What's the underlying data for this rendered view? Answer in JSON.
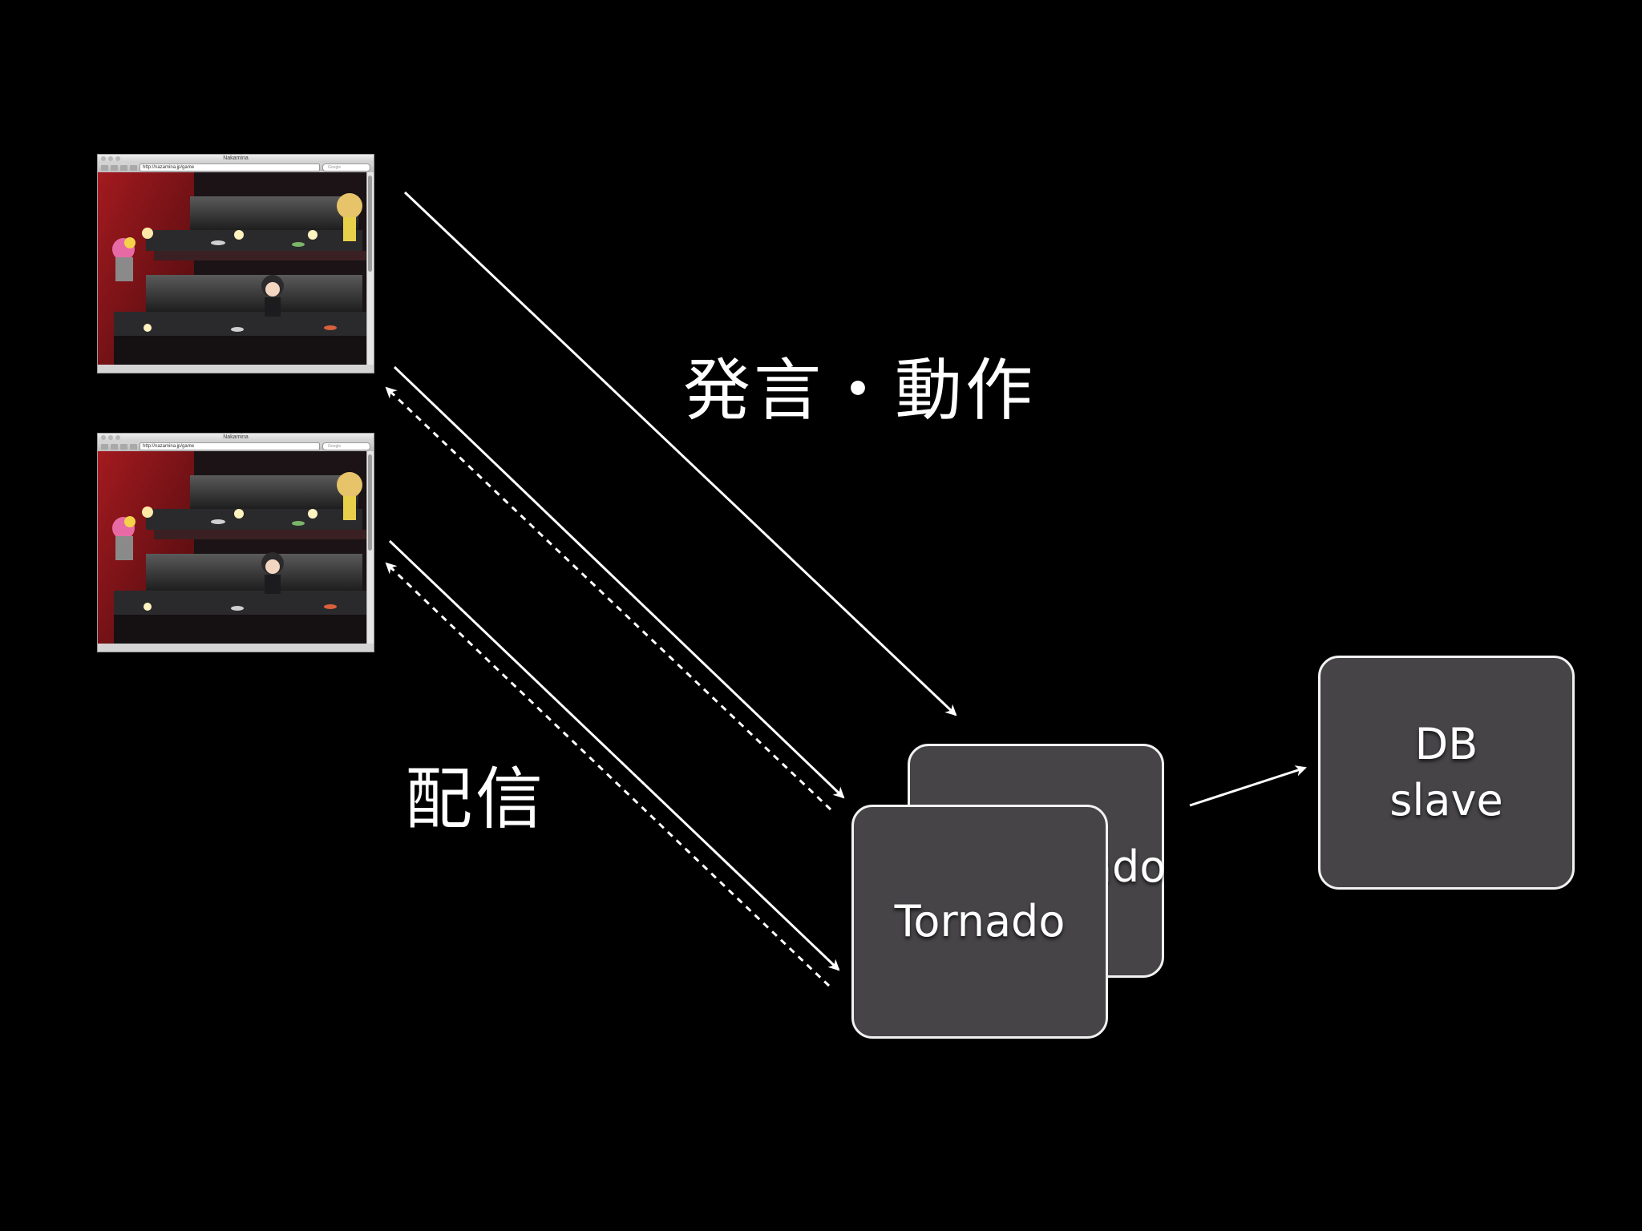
{
  "labels": {
    "send": "発言・動作",
    "broadcast": "配信"
  },
  "nodes": {
    "tornado_back": {
      "label": "Tornado"
    },
    "tornado_front": {
      "label": "Tornado"
    },
    "db": {
      "line1": "DB",
      "line2": "slave"
    }
  },
  "browser": {
    "title": "Nakamina",
    "url": "http://nazamina.jp/game",
    "search_placeholder": "Google"
  },
  "colors": {
    "background": "#000000",
    "node_fill": "#464447",
    "node_border": "#f2f2f2",
    "arrow": "#ffffff"
  }
}
